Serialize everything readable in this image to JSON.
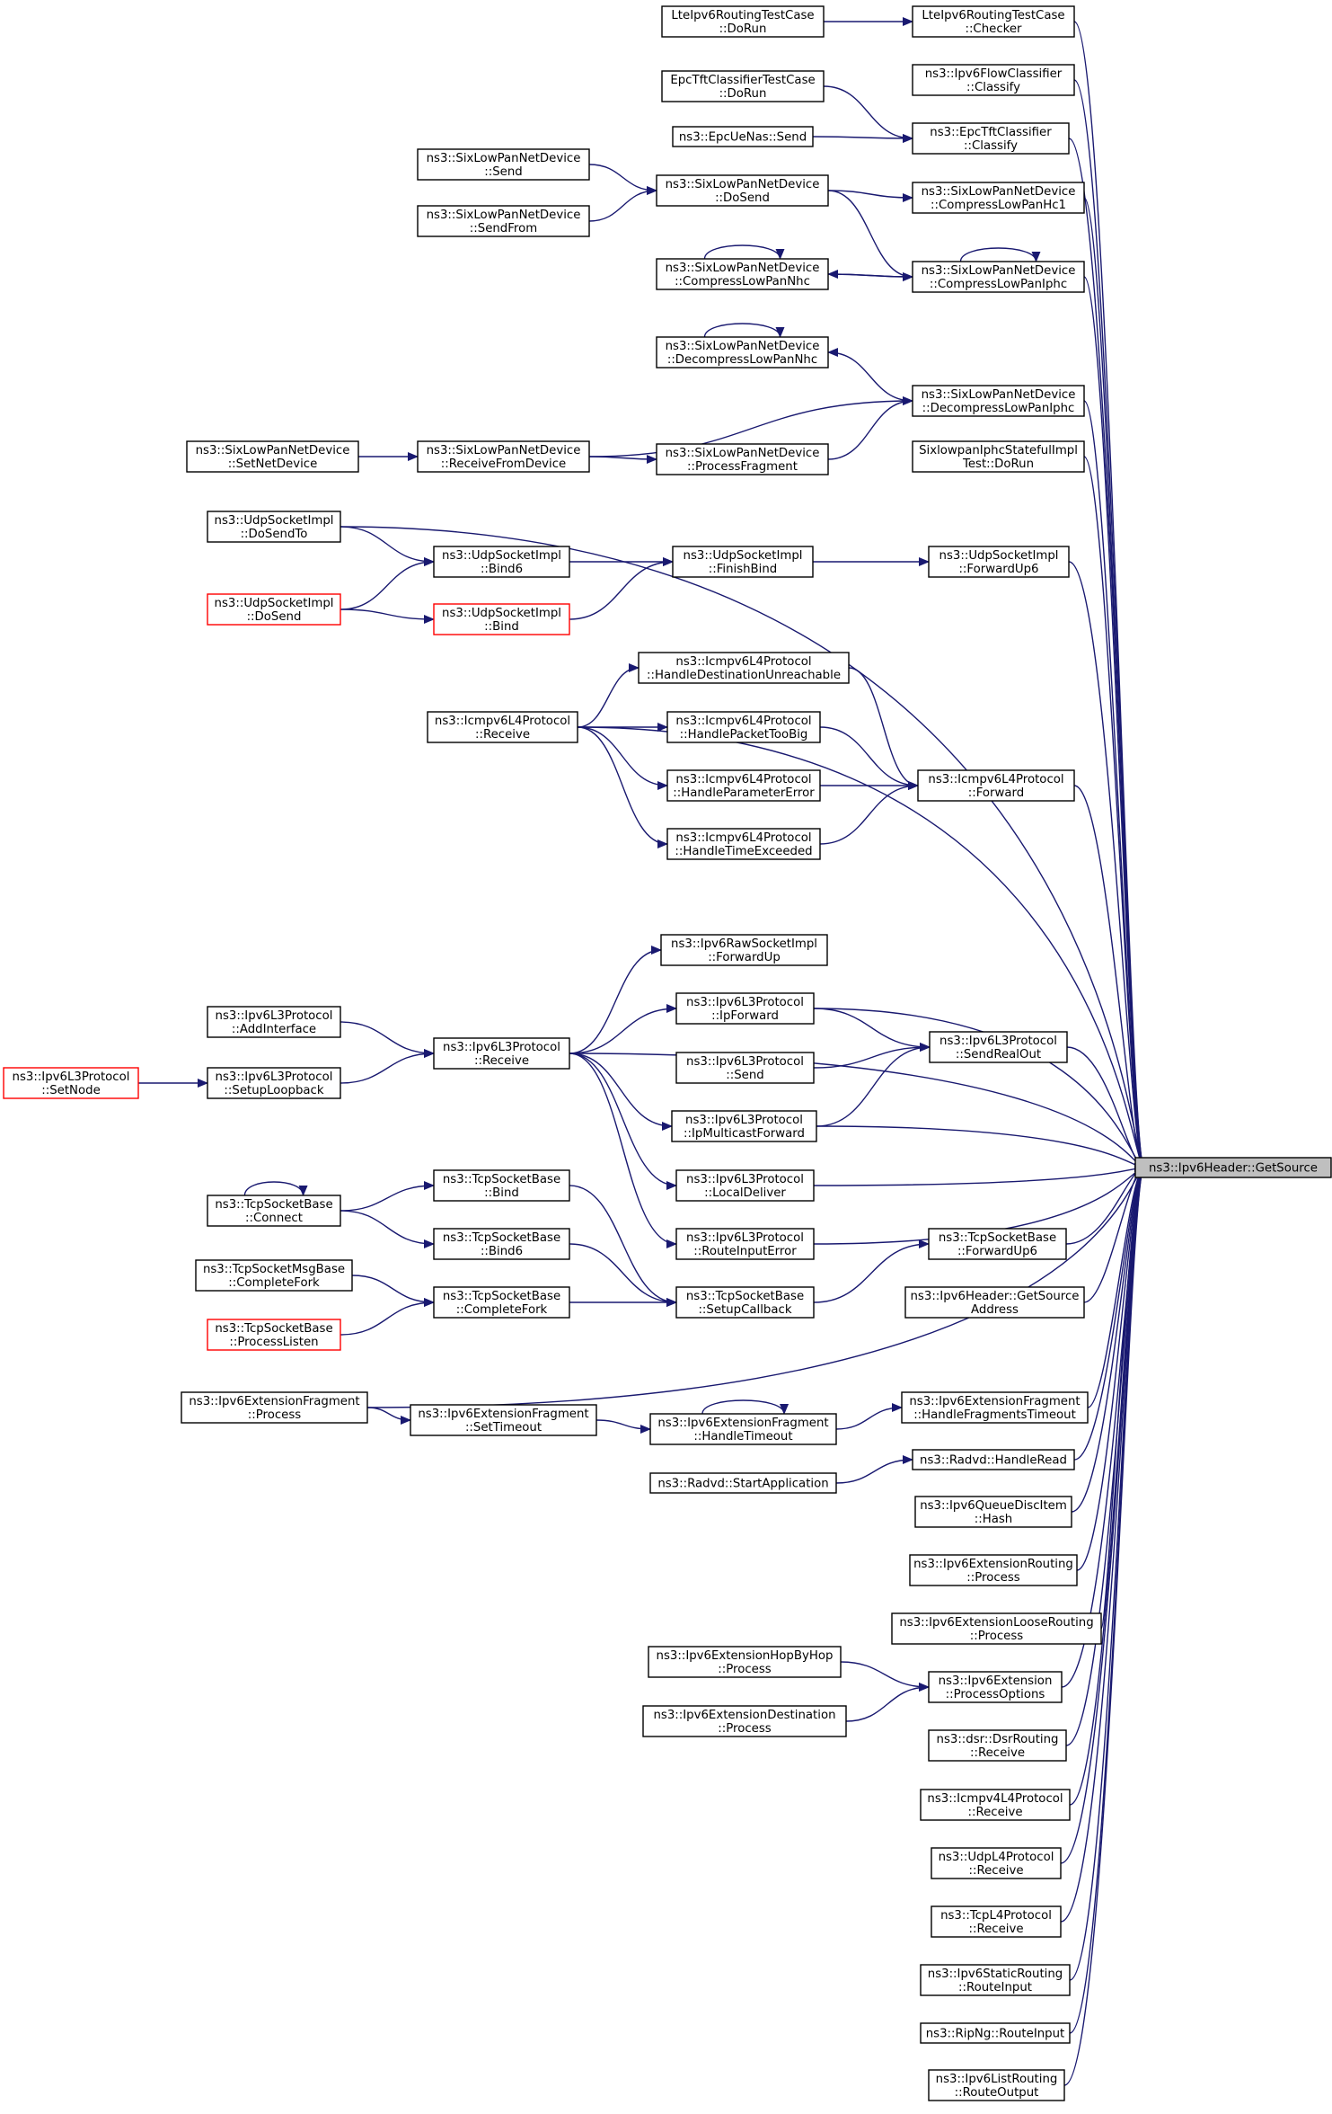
{
  "graph": {
    "kind": "caller-graph",
    "colors": {
      "edge": "#191970",
      "box_border": "#000000",
      "box_border_truncated": "#ff0000",
      "box_fill": "#ffffff",
      "focus_fill": "#bfbfbf"
    },
    "nodes": [
      {
        "id": "target",
        "lines": [
          "ns3::Ipv6Header::GetSource"
        ],
        "style": "focus"
      },
      {
        "id": "lte_checker",
        "lines": [
          "LteIpv6RoutingTestCase",
          "::Checker"
        ]
      },
      {
        "id": "lte_dorun",
        "lines": [
          "LteIpv6RoutingTestCase",
          "::DoRun"
        ]
      },
      {
        "id": "flowclassify",
        "lines": [
          "ns3::Ipv6FlowClassifier",
          "::Classify"
        ]
      },
      {
        "id": "epctft_classify",
        "lines": [
          "ns3::EpcTftClassifier",
          "::Classify"
        ]
      },
      {
        "id": "epctft_dorun",
        "lines": [
          "EpcTftClassifierTestCase",
          "::DoRun"
        ]
      },
      {
        "id": "epcuenas_send",
        "lines": [
          "ns3::EpcUeNas::Send"
        ]
      },
      {
        "id": "slpnd_dosend",
        "lines": [
          "ns3::SixLowPanNetDevice",
          "::DoSend"
        ]
      },
      {
        "id": "slpnd_send",
        "lines": [
          "ns3::SixLowPanNetDevice",
          "::Send"
        ]
      },
      {
        "id": "slpnd_sendfrom",
        "lines": [
          "ns3::SixLowPanNetDevice",
          "::SendFrom"
        ]
      },
      {
        "id": "compresshc1",
        "lines": [
          "ns3::SixLowPanNetDevice",
          "::CompressLowPanHc1"
        ]
      },
      {
        "id": "compressnhc",
        "lines": [
          "ns3::SixLowPanNetDevice",
          "::CompressLowPanNhc"
        ]
      },
      {
        "id": "compressiphc",
        "lines": [
          "ns3::SixLowPanNetDevice",
          "::CompressLowPanIphc"
        ]
      },
      {
        "id": "decompressnhc",
        "lines": [
          "ns3::SixLowPanNetDevice",
          "::DecompressLowPanNhc"
        ]
      },
      {
        "id": "decompressiphc",
        "lines": [
          "ns3::SixLowPanNetDevice",
          "::DecompressLowPanIphc"
        ]
      },
      {
        "id": "setnetdevice",
        "lines": [
          "ns3::SixLowPanNetDevice",
          "::SetNetDevice"
        ]
      },
      {
        "id": "receivefromdevice",
        "lines": [
          "ns3::SixLowPanNetDevice",
          "::ReceiveFromDevice"
        ]
      },
      {
        "id": "processfragment",
        "lines": [
          "ns3::SixLowPanNetDevice",
          "::ProcessFragment"
        ]
      },
      {
        "id": "iphcstateful",
        "lines": [
          "SixlowpanIphcStatefulImpl",
          "Test::DoRun"
        ]
      },
      {
        "id": "udp_dosendto",
        "lines": [
          "ns3::UdpSocketImpl",
          "::DoSendTo"
        ]
      },
      {
        "id": "udp_bind6",
        "lines": [
          "ns3::UdpSocketImpl",
          "::Bind6"
        ]
      },
      {
        "id": "udp_finishbind",
        "lines": [
          "ns3::UdpSocketImpl",
          "::FinishBind"
        ]
      },
      {
        "id": "udp_forwardup6",
        "lines": [
          "ns3::UdpSocketImpl",
          "::ForwardUp6"
        ]
      },
      {
        "id": "udp_dosend",
        "lines": [
          "ns3::UdpSocketImpl",
          "::DoSend"
        ],
        "style": "truncated"
      },
      {
        "id": "udp_bind",
        "lines": [
          "ns3::UdpSocketImpl",
          "::Bind"
        ],
        "style": "truncated"
      },
      {
        "id": "icmp6_handledest",
        "lines": [
          "ns3::Icmpv6L4Protocol",
          "::HandleDestinationUnreachable"
        ]
      },
      {
        "id": "icmp6_receive",
        "lines": [
          "ns3::Icmpv6L4Protocol",
          "::Receive"
        ]
      },
      {
        "id": "icmp6_handletoobig",
        "lines": [
          "ns3::Icmpv6L4Protocol",
          "::HandlePacketTooBig"
        ]
      },
      {
        "id": "icmp6_forward",
        "lines": [
          "ns3::Icmpv6L4Protocol",
          "::Forward"
        ]
      },
      {
        "id": "icmp6_handleparam",
        "lines": [
          "ns3::Icmpv6L4Protocol",
          "::HandleParameterError"
        ]
      },
      {
        "id": "icmp6_handletime",
        "lines": [
          "ns3::Icmpv6L4Protocol",
          "::HandleTimeExceeded"
        ]
      },
      {
        "id": "raw_forwardup",
        "lines": [
          "ns3::Ipv6RawSocketImpl",
          "::ForwardUp"
        ]
      },
      {
        "id": "l3_ipforward",
        "lines": [
          "ns3::Ipv6L3Protocol",
          "::IpForward"
        ]
      },
      {
        "id": "l3_sendrealout",
        "lines": [
          "ns3::Ipv6L3Protocol",
          "::SendRealOut"
        ]
      },
      {
        "id": "l3_addinterface",
        "lines": [
          "ns3::Ipv6L3Protocol",
          "::AddInterface"
        ]
      },
      {
        "id": "l3_receive",
        "lines": [
          "ns3::Ipv6L3Protocol",
          "::Receive"
        ]
      },
      {
        "id": "l3_send",
        "lines": [
          "ns3::Ipv6L3Protocol",
          "::Send"
        ]
      },
      {
        "id": "l3_setnode",
        "lines": [
          "ns3::Ipv6L3Protocol",
          "::SetNode"
        ],
        "style": "truncated"
      },
      {
        "id": "l3_setuploopback",
        "lines": [
          "ns3::Ipv6L3Protocol",
          "::SetupLoopback"
        ]
      },
      {
        "id": "l3_ipmulticast",
        "lines": [
          "ns3::Ipv6L3Protocol",
          "::IpMulticastForward"
        ]
      },
      {
        "id": "l3_localdeliver",
        "lines": [
          "ns3::Ipv6L3Protocol",
          "::LocalDeliver"
        ]
      },
      {
        "id": "l3_routeinputerror",
        "lines": [
          "ns3::Ipv6L3Protocol",
          "::RouteInputError"
        ]
      },
      {
        "id": "tcp_connect",
        "lines": [
          "ns3::TcpSocketBase",
          "::Connect"
        ]
      },
      {
        "id": "tcp_bind",
        "lines": [
          "ns3::TcpSocketBase",
          "::Bind"
        ]
      },
      {
        "id": "tcp_bind6",
        "lines": [
          "ns3::TcpSocketBase",
          "::Bind6"
        ]
      },
      {
        "id": "tcp_forwardup6",
        "lines": [
          "ns3::TcpSocketBase",
          "::ForwardUp6"
        ]
      },
      {
        "id": "tcpmsg_completefork",
        "lines": [
          "ns3::TcpSocketMsgBase",
          "::CompleteFork"
        ]
      },
      {
        "id": "tcp_completefork",
        "lines": [
          "ns3::TcpSocketBase",
          "::CompleteFork"
        ]
      },
      {
        "id": "tcp_setupcallback",
        "lines": [
          "ns3::TcpSocketBase",
          "::SetupCallback"
        ]
      },
      {
        "id": "hdr_getsourceaddress",
        "lines": [
          "ns3::Ipv6Header::GetSource",
          "Address"
        ]
      },
      {
        "id": "tcp_processlisten",
        "lines": [
          "ns3::TcpSocketBase",
          "::ProcessListen"
        ],
        "style": "truncated"
      },
      {
        "id": "extfrag_process",
        "lines": [
          "ns3::Ipv6ExtensionFragment",
          "::Process"
        ]
      },
      {
        "id": "extfrag_settimeout",
        "lines": [
          "ns3::Ipv6ExtensionFragment",
          "::SetTimeout"
        ]
      },
      {
        "id": "extfrag_handletimeout",
        "lines": [
          "ns3::Ipv6ExtensionFragment",
          "::HandleTimeout"
        ]
      },
      {
        "id": "extfrag_handlefragtimeout",
        "lines": [
          "ns3::Ipv6ExtensionFragment",
          "::HandleFragmentsTimeout"
        ]
      },
      {
        "id": "radvd_handleread",
        "lines": [
          "ns3::Radvd::HandleRead"
        ]
      },
      {
        "id": "radvd_startapp",
        "lines": [
          "ns3::Radvd::StartApplication"
        ]
      },
      {
        "id": "queuedisc_hash",
        "lines": [
          "ns3::Ipv6QueueDiscItem",
          "::Hash"
        ]
      },
      {
        "id": "extrouting_process",
        "lines": [
          "ns3::Ipv6ExtensionRouting",
          "::Process"
        ]
      },
      {
        "id": "extloose_process",
        "lines": [
          "ns3::Ipv6ExtensionLooseRouting",
          "::Process"
        ]
      },
      {
        "id": "exthopbyhop_process",
        "lines": [
          "ns3::Ipv6ExtensionHopByHop",
          "::Process"
        ]
      },
      {
        "id": "ext_processoptions",
        "lines": [
          "ns3::Ipv6Extension",
          "::ProcessOptions"
        ]
      },
      {
        "id": "extdest_process",
        "lines": [
          "ns3::Ipv6ExtensionDestination",
          "::Process"
        ]
      },
      {
        "id": "dsr_receive",
        "lines": [
          "ns3::dsr::DsrRouting",
          "::Receive"
        ]
      },
      {
        "id": "icmp4_receive",
        "lines": [
          "ns3::Icmpv4L4Protocol",
          "::Receive"
        ]
      },
      {
        "id": "udpl4_receive",
        "lines": [
          "ns3::UdpL4Protocol",
          "::Receive"
        ]
      },
      {
        "id": "tcpl4_receive",
        "lines": [
          "ns3::TcpL4Protocol",
          "::Receive"
        ]
      },
      {
        "id": "static_routeinput",
        "lines": [
          "ns3::Ipv6StaticRouting",
          "::RouteInput"
        ]
      },
      {
        "id": "ripng_routeinput",
        "lines": [
          "ns3::RipNg::RouteInput"
        ]
      },
      {
        "id": "listrouting_routeoutput",
        "lines": [
          "ns3::Ipv6ListRouting",
          "::RouteOutput"
        ]
      }
    ],
    "edges": [
      [
        "lte_checker",
        "target"
      ],
      [
        "flowclassify",
        "target"
      ],
      [
        "epctft_classify",
        "target"
      ],
      [
        "compresshc1",
        "target"
      ],
      [
        "compressiphc",
        "target"
      ],
      [
        "decompressiphc",
        "target"
      ],
      [
        "iphcstateful",
        "target"
      ],
      [
        "udp_dosendto",
        "target"
      ],
      [
        "udp_forwardup6",
        "target"
      ],
      [
        "icmp6_receive",
        "target"
      ],
      [
        "icmp6_forward",
        "target"
      ],
      [
        "l3_receive",
        "target"
      ],
      [
        "l3_ipforward",
        "target"
      ],
      [
        "l3_sendrealout",
        "target"
      ],
      [
        "l3_ipmulticast",
        "target"
      ],
      [
        "l3_localdeliver",
        "target"
      ],
      [
        "l3_routeinputerror",
        "target"
      ],
      [
        "tcp_forwardup6",
        "target"
      ],
      [
        "hdr_getsourceaddress",
        "target"
      ],
      [
        "extfrag_process",
        "target"
      ],
      [
        "extfrag_handlefragtimeout",
        "target"
      ],
      [
        "radvd_handleread",
        "target"
      ],
      [
        "queuedisc_hash",
        "target"
      ],
      [
        "extrouting_process",
        "target"
      ],
      [
        "extloose_process",
        "target"
      ],
      [
        "ext_processoptions",
        "target"
      ],
      [
        "dsr_receive",
        "target"
      ],
      [
        "icmp4_receive",
        "target"
      ],
      [
        "udpl4_receive",
        "target"
      ],
      [
        "tcpl4_receive",
        "target"
      ],
      [
        "static_routeinput",
        "target"
      ],
      [
        "ripng_routeinput",
        "target"
      ],
      [
        "listrouting_routeoutput",
        "target"
      ],
      [
        "lte_dorun",
        "lte_checker"
      ],
      [
        "epctft_dorun",
        "epctft_classify"
      ],
      [
        "epcuenas_send",
        "epctft_classify"
      ],
      [
        "slpnd_dosend",
        "compresshc1"
      ],
      [
        "slpnd_dosend",
        "compressiphc"
      ],
      [
        "slpnd_send",
        "slpnd_dosend"
      ],
      [
        "slpnd_sendfrom",
        "slpnd_dosend"
      ],
      [
        "compressiphc",
        "compressnhc"
      ],
      [
        "compressnhc",
        "compressiphc"
      ],
      [
        "compressnhc",
        "compressnhc"
      ],
      [
        "compressiphc",
        "compressiphc"
      ],
      [
        "decompressiphc",
        "decompressnhc"
      ],
      [
        "decompressnhc",
        "decompressnhc"
      ],
      [
        "receivefromdevice",
        "decompressiphc"
      ],
      [
        "processfragment",
        "decompressiphc"
      ],
      [
        "setnetdevice",
        "receivefromdevice"
      ],
      [
        "receivefromdevice",
        "processfragment"
      ],
      [
        "udp_dosendto",
        "udp_bind6"
      ],
      [
        "udp_dosend",
        "udp_bind6"
      ],
      [
        "udp_dosend",
        "udp_bind"
      ],
      [
        "udp_bind6",
        "udp_finishbind"
      ],
      [
        "udp_bind",
        "udp_finishbind"
      ],
      [
        "udp_finishbind",
        "udp_forwardup6"
      ],
      [
        "icmp6_receive",
        "icmp6_handledest"
      ],
      [
        "icmp6_receive",
        "icmp6_handletoobig"
      ],
      [
        "icmp6_receive",
        "icmp6_handleparam"
      ],
      [
        "icmp6_receive",
        "icmp6_handletime"
      ],
      [
        "icmp6_handledest",
        "icmp6_forward"
      ],
      [
        "icmp6_handletoobig",
        "icmp6_forward"
      ],
      [
        "icmp6_handleparam",
        "icmp6_forward"
      ],
      [
        "icmp6_handletime",
        "icmp6_forward"
      ],
      [
        "l3_receive",
        "raw_forwardup"
      ],
      [
        "l3_receive",
        "l3_ipforward"
      ],
      [
        "l3_ipforward",
        "l3_sendrealout"
      ],
      [
        "l3_send",
        "l3_sendrealout"
      ],
      [
        "l3_ipmulticast",
        "l3_sendrealout"
      ],
      [
        "l3_addinterface",
        "l3_receive"
      ],
      [
        "l3_setuploopback",
        "l3_receive"
      ],
      [
        "l3_setnode",
        "l3_setuploopback"
      ],
      [
        "l3_receive",
        "l3_ipmulticast"
      ],
      [
        "l3_receive",
        "l3_localdeliver"
      ],
      [
        "l3_receive",
        "l3_routeinputerror"
      ],
      [
        "tcp_connect",
        "tcp_connect"
      ],
      [
        "tcp_connect",
        "tcp_bind"
      ],
      [
        "tcp_connect",
        "tcp_bind6"
      ],
      [
        "tcp_bind",
        "tcp_setupcallback"
      ],
      [
        "tcp_bind6",
        "tcp_setupcallback"
      ],
      [
        "tcp_completefork",
        "tcp_setupcallback"
      ],
      [
        "tcpmsg_completefork",
        "tcp_completefork"
      ],
      [
        "tcp_processlisten",
        "tcp_completefork"
      ],
      [
        "tcp_setupcallback",
        "tcp_forwardup6"
      ],
      [
        "extfrag_process",
        "extfrag_settimeout"
      ],
      [
        "extfrag_settimeout",
        "extfrag_handletimeout"
      ],
      [
        "extfrag_handletimeout",
        "extfrag_handletimeout"
      ],
      [
        "extfrag_handletimeout",
        "extfrag_handlefragtimeout"
      ],
      [
        "radvd_startapp",
        "radvd_handleread"
      ],
      [
        "exthopbyhop_process",
        "ext_processoptions"
      ],
      [
        "extdest_process",
        "ext_processoptions"
      ]
    ]
  }
}
